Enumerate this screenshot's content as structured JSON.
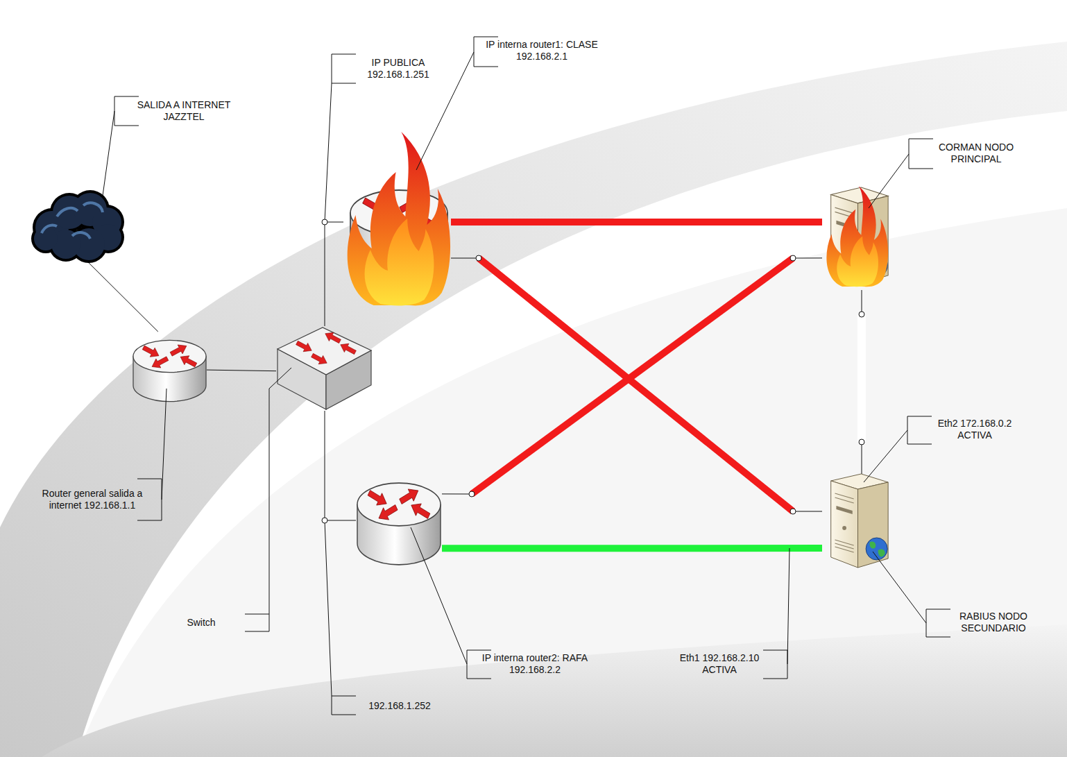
{
  "diagram": {
    "nodes": [
      {
        "text": [
          "SALIDA A INTERNET JAZZTEL"
        ]
      },
      {
        "text": [
          "Router general salida a internet 192.168.1.1"
        ]
      },
      {
        "text": [
          "Switch"
        ]
      },
      {
        "text": [
          "IP PUBLICA 192.168.1.251",
          "IP interna router1: CLASE 192.168.2.1"
        ]
      },
      {
        "text": [
          "IP interna router2: RAFA 192.168.2.2",
          "192.168.1.252"
        ]
      },
      {
        "text": [
          "CORMAN NODO PRINCIPAL"
        ]
      },
      {
        "text": [
          "Eth2 172.168.0.2 ACTIVA",
          "RABIUS NODO SECUNDARIO",
          "Eth1 192.168.2.10 ACTIVA"
        ]
      }
    ],
    "edges": [
      {
        "from": 0,
        "to": 1,
        "arrow": "none"
      },
      {
        "from": 1,
        "to": 2,
        "arrow": "none"
      },
      {
        "from": 2,
        "to": 3,
        "arrow": "none"
      },
      {
        "from": 2,
        "to": 4,
        "arrow": "none"
      },
      {
        "from": 3,
        "to": 5,
        "arrow": "none"
      },
      {
        "from": 3,
        "to": 6,
        "arrow": "none"
      },
      {
        "from": 4,
        "to": 5,
        "arrow": "none"
      },
      {
        "from": 4,
        "to": 6,
        "arrow": "none"
      },
      {
        "from": 5,
        "to": 6,
        "arrow": "none"
      }
    ]
  }
}
